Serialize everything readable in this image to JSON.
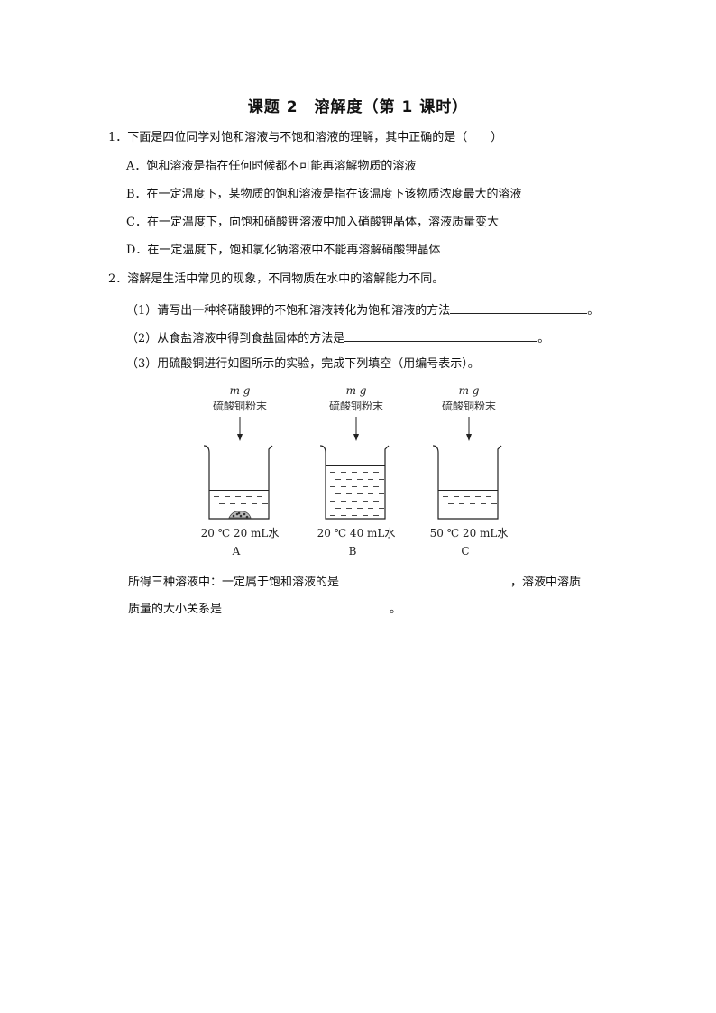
{
  "title": "课题 2　溶解度（第 1 课时）",
  "q1": {
    "stem": "1．下面是四位同学对饱和溶液与不饱和溶液的理解，其中正确的是（　　）",
    "options": [
      "A．饱和溶液是指在任何时候都不可能再溶解物质的溶液",
      "B．在一定温度下，某物质的饱和溶液是指在该温度下该物质浓度最大的溶液",
      "C．在一定温度下，向饱和硝酸钾溶液中加入硝酸钾晶体，溶液质量变大",
      "D．在一定温度下，饱和氯化钠溶液中不能再溶解硝酸钾晶体"
    ]
  },
  "q2": {
    "stem": "2．溶解是生活中常见的现象，不同物质在水中的溶解能力不同。",
    "sub1": "（1）请写出一种将硝酸钾的不饱和溶液转化为饱和溶液的方法",
    "sub1_end": "。",
    "sub2": "（2）从食盐溶液中得到食盐固体的方法是",
    "sub2_end": "。",
    "sub3": "（3）用硫酸铜进行如图所示的实验，完成下列填空（用编号表示）。",
    "figure": {
      "beakers": [
        {
          "mass": "m g",
          "powder": "硫酸铜粉末",
          "condition": "20 ℃  20 mL水",
          "label": "A",
          "liquid_level": 0.42,
          "undissolved": true
        },
        {
          "mass": "m g",
          "powder": "硫酸铜粉末",
          "condition": "20 ℃  40 mL水",
          "label": "B",
          "liquid_level": 0.78,
          "undissolved": false
        },
        {
          "mass": "m g",
          "powder": "硫酸铜粉末",
          "condition": "50 ℃  20 mL水",
          "label": "C",
          "liquid_level": 0.42,
          "undissolved": false
        }
      ]
    },
    "fill_line1_a": "所得三种溶液中：一定属于饱和溶液的是",
    "fill_line1_b": "，溶液中溶质",
    "fill_line2_a": "质量的大小关系是",
    "fill_line2_b": "。"
  }
}
